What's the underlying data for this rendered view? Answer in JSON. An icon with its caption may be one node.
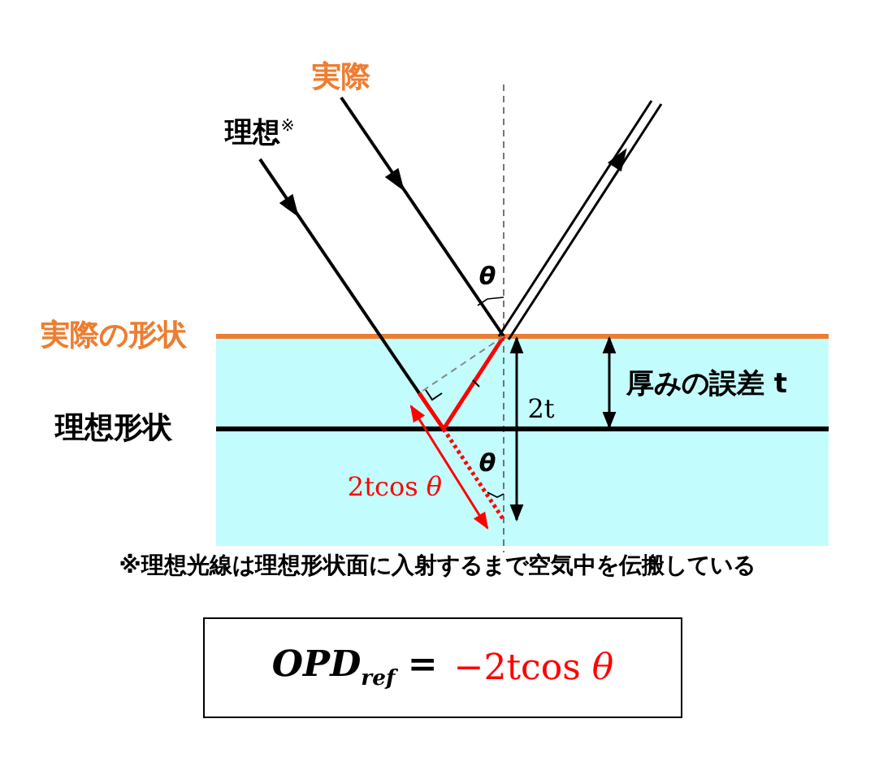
{
  "diagram": {
    "nodes": [
      {
        "text": [
          "*OPD*$_{ref}$ =",
          "−2tcos *θ*"
        ]
      }
    ],
    "labels": [
      "実際",
      "理想$^{※}$",
      "*θ*",
      "実際の形状",
      "厚みの誤差 t",
      "2t",
      "理想形状",
      "*θ*",
      "2tcos *θ*",
      "※理想光線は理想形状面に入射するまで空気中を伝搬している"
    ]
  }
}
